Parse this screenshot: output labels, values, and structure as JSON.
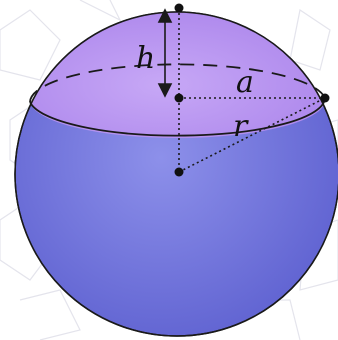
{
  "diagram": {
    "labels": {
      "h": "h",
      "a": "a",
      "r": "r"
    },
    "colors": {
      "background": "#ffffff",
      "pattern_line": "#e6e6ee",
      "sphere_body": "#7c7fe0",
      "sphere_body_dark": "#5356c4",
      "cap": "#b38cf0",
      "cap_light": "#cbb0f6",
      "outline": "#1a1a1a"
    }
  }
}
